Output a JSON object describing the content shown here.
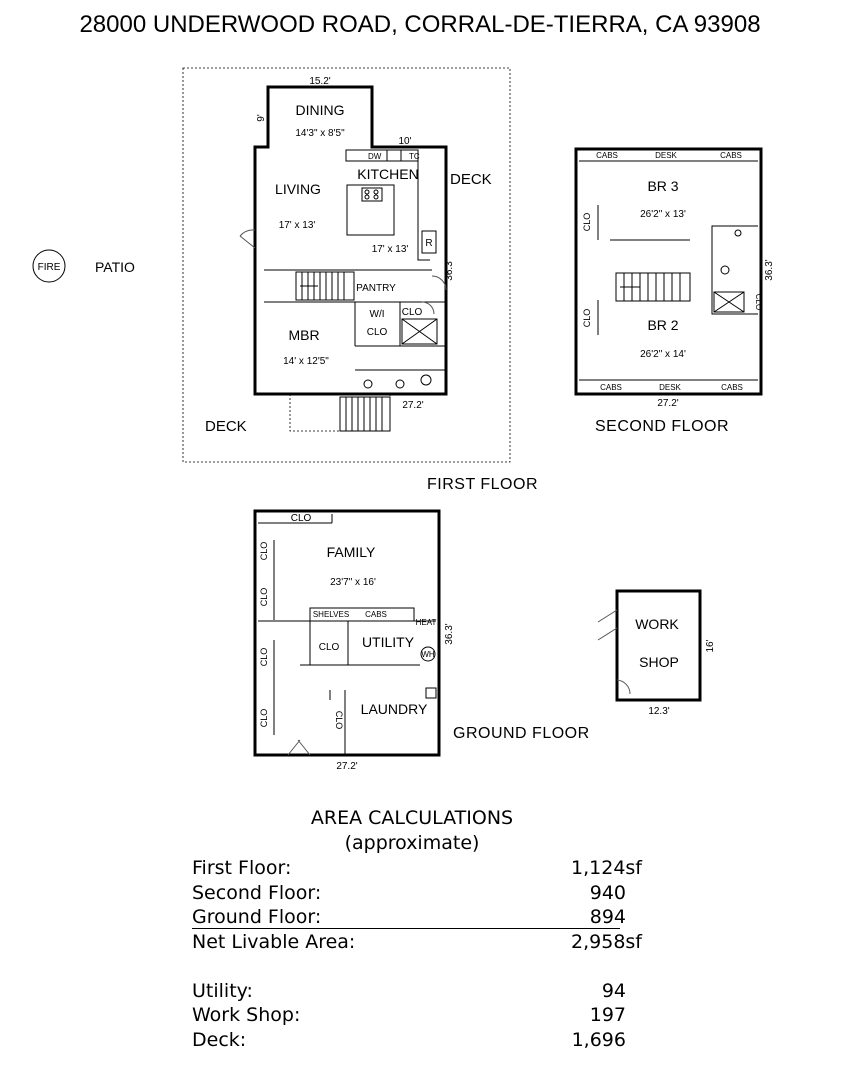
{
  "title": "28000 UNDERWOOD ROAD, CORRAL-DE-TIERRA, CA  93908",
  "labels": {
    "fire": "FIRE",
    "patio": "PATIO",
    "deck_right": "DECK",
    "deck_bottom": "DECK",
    "first_floor": "FIRST FLOOR",
    "second_floor": "SECOND FLOOR",
    "ground_floor": "GROUND FLOOR"
  },
  "first_floor": {
    "dining": "DINING",
    "dining_dim": "14'3\" x 8'5\"",
    "living": "LIVING",
    "living_dim": "17' x 13'",
    "kitchen": "KITCHEN",
    "kitchen_dim": "17' x 13'",
    "pantry": "PANTRY",
    "wi_clo_1": "W/I",
    "wi_clo_2": "CLO",
    "clo": "CLO",
    "mbr": "MBR",
    "mbr_dim": "14' x 12'5\"",
    "dw": "DW",
    "tc": "TC",
    "r": "R",
    "dim_top": "15.2'",
    "dim_9": "9'",
    "dim_10": "10'",
    "dim_side": "36.3'",
    "dim_bottom": "27.2'"
  },
  "second_floor": {
    "cabs_tl": "CABS",
    "desk_t": "DESK",
    "cabs_tr": "CABS",
    "br3": "BR 3",
    "br3_dim": "26'2\" x 13'",
    "br2": "BR 2",
    "br2_dim": "26'2\" x 14'",
    "clo_a": "CLO",
    "clo_b": "CLO",
    "clo_c": "CLO",
    "cabs_bl": "CABS",
    "desk_b": "DESK",
    "cabs_br": "CABS",
    "dim_side": "36.3'",
    "dim_bottom": "27.2'"
  },
  "ground_floor": {
    "clo_top": "CLO",
    "family": "FAMILY",
    "family_dim": "23'7\" x 16'",
    "clo_l1": "CLO",
    "clo_l2": "CLO",
    "clo_l3": "CLO",
    "clo_l4": "CLO",
    "shelves": "SHELVES",
    "cabs": "CABS",
    "heat": "HEAT",
    "clo_mid": "CLO",
    "utility": "UTILITY",
    "wh": "WH",
    "clo_v": "CLO",
    "laundry": "LAUNDRY",
    "dim_side": "36.3'",
    "dim_bottom": "27.2'"
  },
  "workshop": {
    "line1": "WORK",
    "line2": "SHOP",
    "dim_side": "16'",
    "dim_bottom": "12.3'"
  },
  "area": {
    "heading": "AREA CALCULATIONS",
    "subheading": "(approximate)",
    "first_floor_label": "First  Floor:",
    "first_floor_value": "1,124sf",
    "second_floor_label": "Second Floor:",
    "second_floor_value": "940",
    "ground_floor_label": "Ground Floor:",
    "ground_floor_value": "894",
    "net_label": "Net Livable Area:",
    "net_value": "2,958sf",
    "utility_label": "Utility:",
    "utility_value": "94",
    "workshop_label": "Work Shop:",
    "workshop_value": "197",
    "deck_label": "Deck:",
    "deck_value": "1,696"
  }
}
